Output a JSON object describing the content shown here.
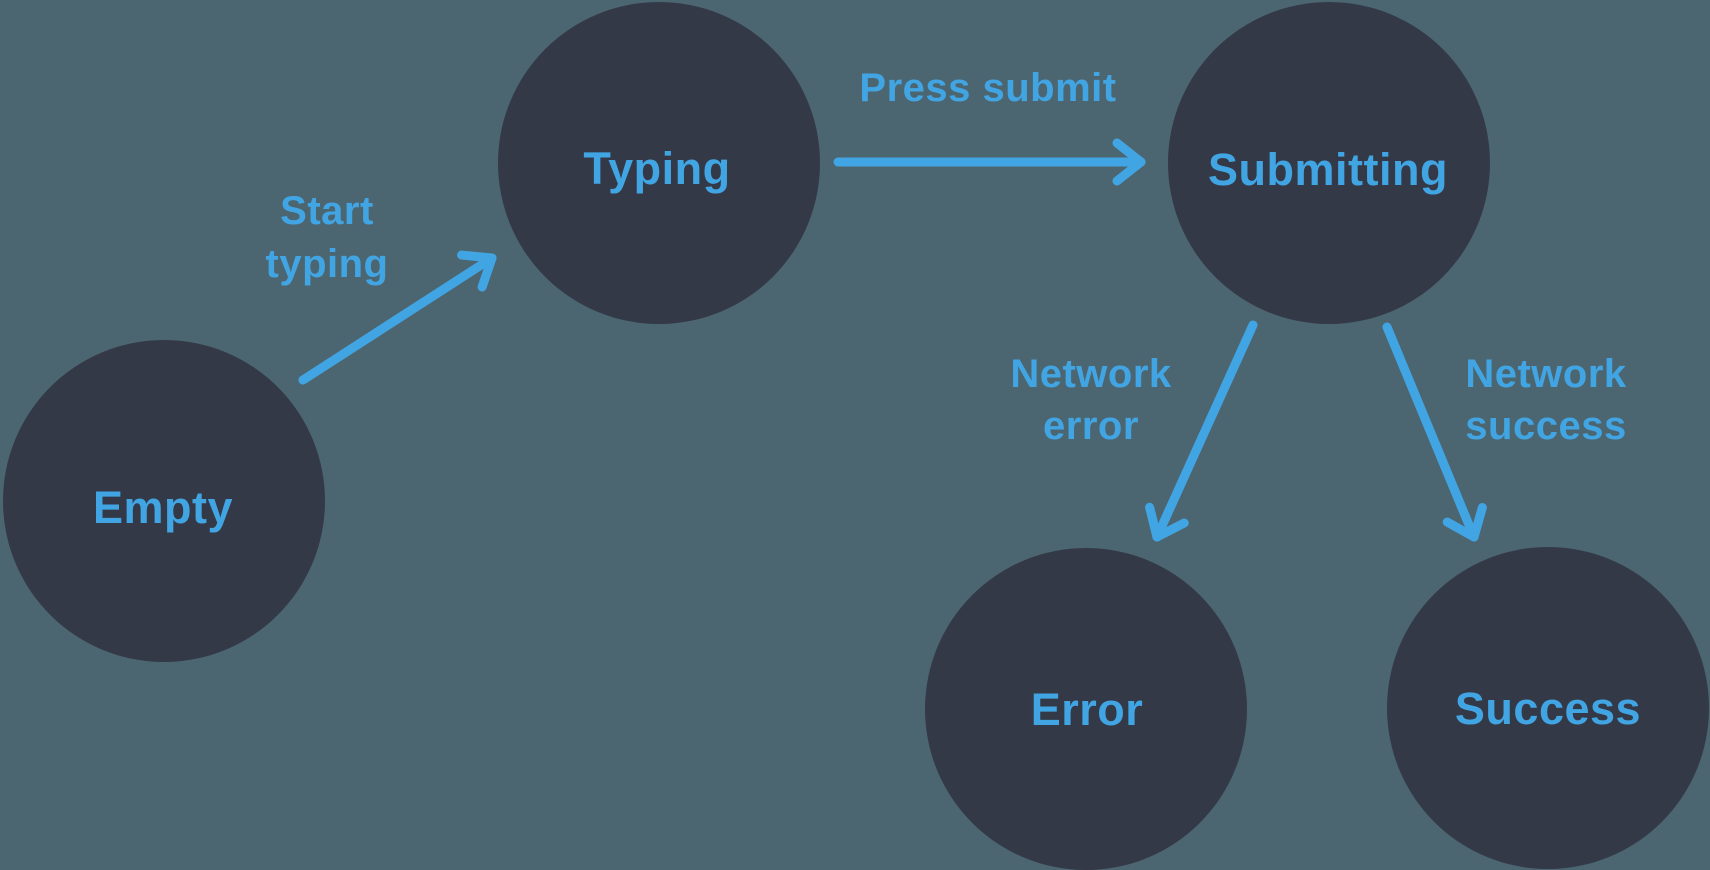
{
  "colors": {
    "background": "#4c6671",
    "node-fill": "#333947",
    "accent": "#42a5e3"
  },
  "states": [
    {
      "id": "empty",
      "label": "Empty"
    },
    {
      "id": "typing",
      "label": "Typing"
    },
    {
      "id": "submitting",
      "label": "Submitting"
    },
    {
      "id": "error",
      "label": "Error"
    },
    {
      "id": "success",
      "label": "Success"
    }
  ],
  "transitions": [
    {
      "id": "start-typing",
      "from": "empty",
      "to": "typing",
      "label_lines": [
        "Start",
        "typing"
      ]
    },
    {
      "id": "press-submit",
      "from": "typing",
      "to": "submitting",
      "label_lines": [
        "Press submit"
      ]
    },
    {
      "id": "network-error",
      "from": "submitting",
      "to": "error",
      "label_lines": [
        "Network",
        "error"
      ]
    },
    {
      "id": "network-success",
      "from": "submitting",
      "to": "success",
      "label_lines": [
        "Network",
        "success"
      ]
    }
  ]
}
